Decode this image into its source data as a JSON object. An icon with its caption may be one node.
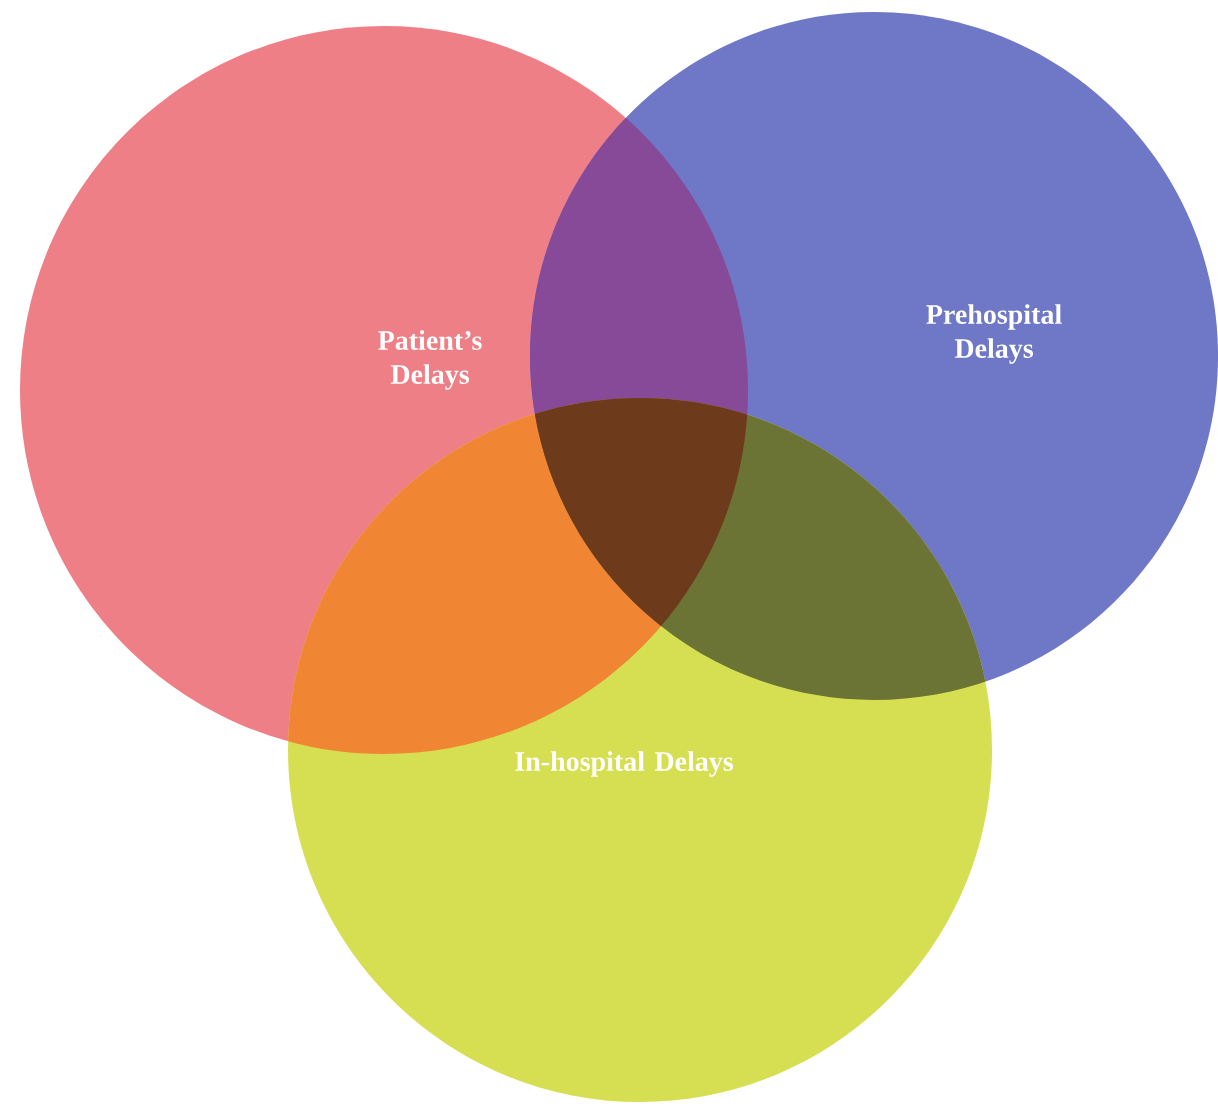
{
  "diagram": {
    "nodes": [
      {
        "text": [
          "Patient’s Delays"
        ]
      },
      {
        "text": [
          "Prehospital Delays"
        ]
      },
      {
        "text": [
          "In-hospital Delays"
        ]
      }
    ]
  }
}
